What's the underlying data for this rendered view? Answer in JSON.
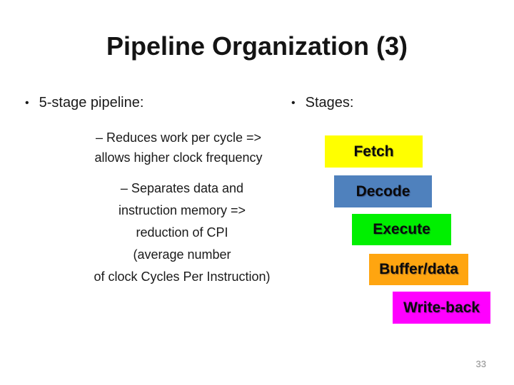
{
  "slide": {
    "title": "Pipeline Organization (3)",
    "bullet_glyph": "•",
    "page_number": "33",
    "left_column": {
      "bullet": "5-stage pipeline:",
      "sub_bullets": [
        {
          "lines": [
            "– Reduces work per cycle =>",
            "allows higher clock frequency"
          ]
        },
        {
          "lines": [
            "– Separates data and",
            "instruction memory =>",
            "reduction of CPI",
            "(average number",
            "of clock Cycles Per Instruction)"
          ]
        }
      ]
    },
    "right_column": {
      "bullet": "Stages:",
      "stages": [
        {
          "label": "Fetch",
          "color": "#FFFF00"
        },
        {
          "label": "Decode",
          "color": "#4F81BD"
        },
        {
          "label": "Execute",
          "color": "#00F000"
        },
        {
          "label": "Buffer/data",
          "color": "#FFA510"
        },
        {
          "label": "Write-back",
          "color": "#FF00FF"
        }
      ]
    }
  }
}
